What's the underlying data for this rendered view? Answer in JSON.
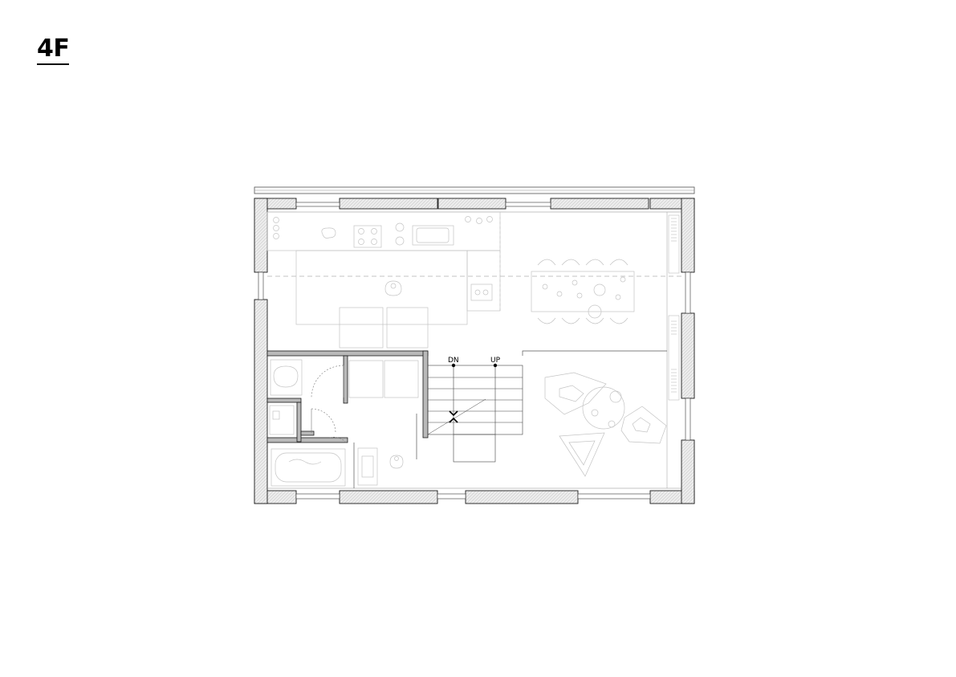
{
  "floor_label": "4F",
  "stairs": {
    "down_label": "DN",
    "up_label": "UP"
  },
  "colors": {
    "wall_fill": "#b9b9b9",
    "wall_line": "#1a1a1a",
    "furniture_line": "#c4c4c4",
    "annotation_line": "#000000"
  }
}
